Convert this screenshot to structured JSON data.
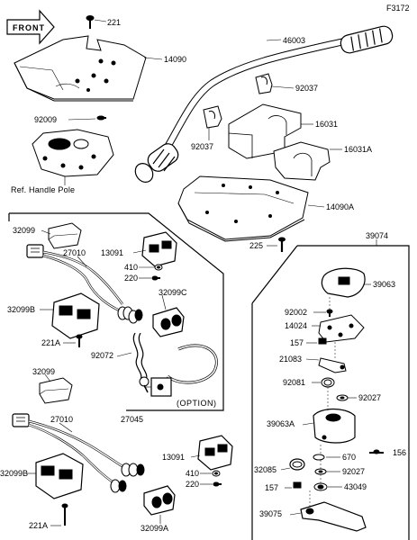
{
  "figure_id": "F3172",
  "front_label": "FRONT",
  "ref_handle_pole": "Ref. Handle Pole",
  "option_label": "(OPTION)",
  "parts": {
    "p221_top": "221",
    "p14090": "14090",
    "p92009": "92009",
    "p46003": "46003",
    "p92037_a": "92037",
    "p92037_b": "92037",
    "p16031": "16031",
    "p16031a": "16031A",
    "p14090a": "14090A",
    "p225": "225",
    "p39074": "39074",
    "p32099_a": "32099",
    "p27010_a": "27010",
    "p13091_a": "13091",
    "p410_a": "410",
    "p220_a": "220",
    "p32099c": "32099C",
    "p32099b_a": "32099B",
    "p221a_a": "221A",
    "p92072": "92072",
    "p27045": "27045",
    "p32099_b": "32099",
    "p27010_b": "27010",
    "p13091_b": "13091",
    "p410_b": "410",
    "p220_b": "220",
    "p32099b_b": "32099B",
    "p221a_b": "221A",
    "p32099a": "32099A",
    "p39063": "39063",
    "p92002": "92002",
    "p14024": "14024",
    "p157_a": "157",
    "p21083": "21083",
    "p92081": "92081",
    "p92027_a": "92027",
    "p39063a": "39063A",
    "p156": "156",
    "p670": "670",
    "p92027_b": "92027",
    "p32085": "32085",
    "p157_b": "157",
    "p43049": "43049",
    "p39075": "39075"
  }
}
